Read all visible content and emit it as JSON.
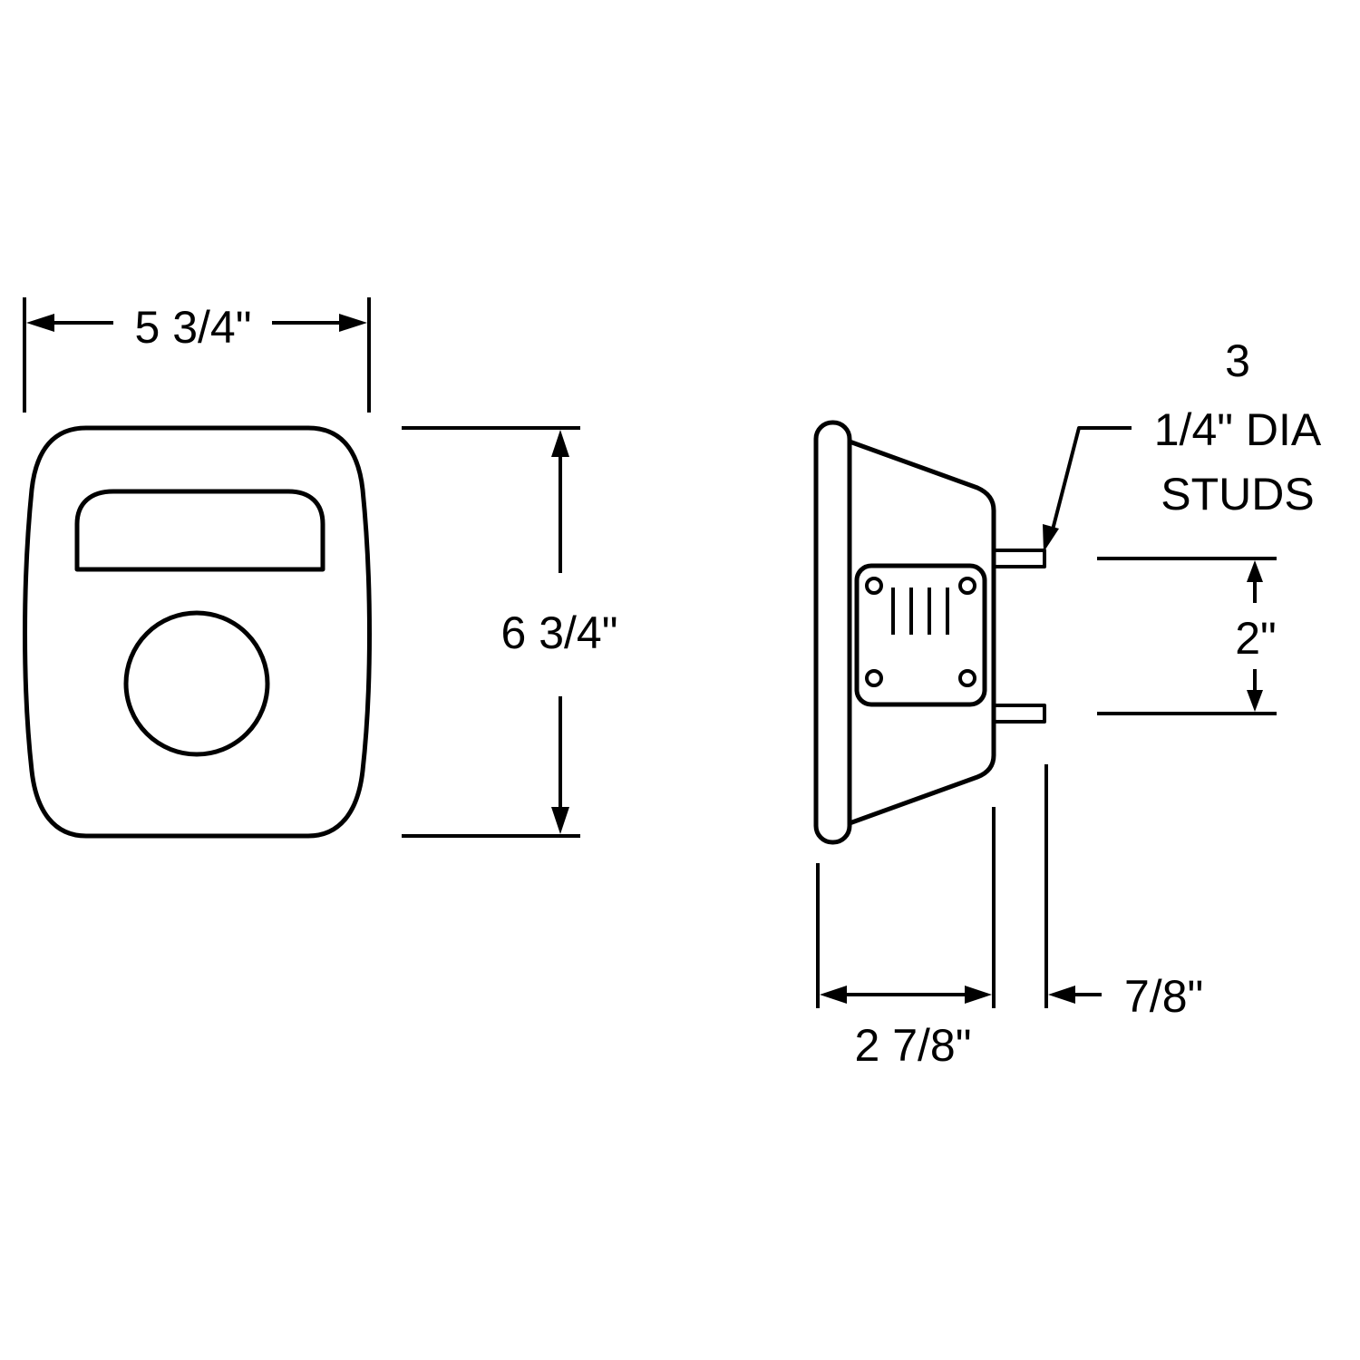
{
  "dimensions": {
    "front_width": "5 3/4\"",
    "front_height": "6 3/4\"",
    "side_depth": "2 7/8\"",
    "stud_length": "7/8\"",
    "stud_spacing": "2\""
  },
  "callout": {
    "line1": "3",
    "line2": "1/4\" DIA",
    "line3": "STUDS"
  }
}
